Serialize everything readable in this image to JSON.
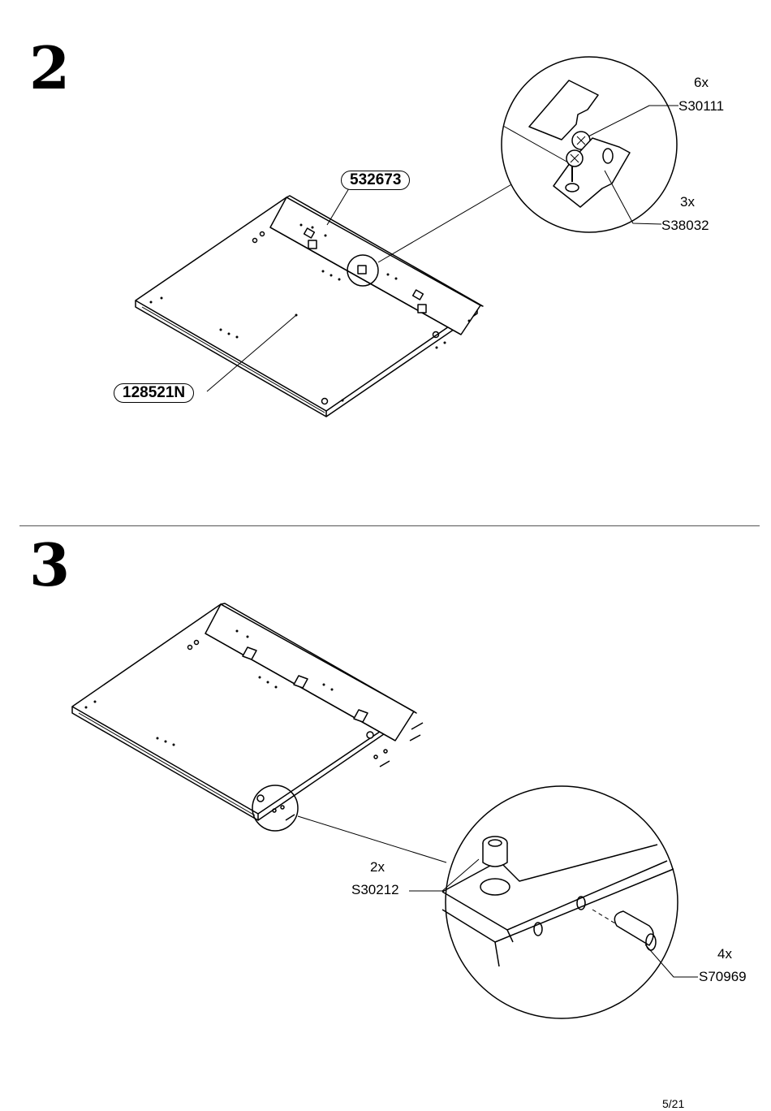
{
  "steps": [
    {
      "number": "2",
      "panel_labels": [
        "532673",
        "128521N"
      ],
      "parts": [
        {
          "qty": "6x",
          "code": "S30111",
          "icon": "screw-icon"
        },
        {
          "qty": "3x",
          "code": "S38032",
          "icon": "bracket-icon"
        }
      ]
    },
    {
      "number": "3",
      "parts": [
        {
          "qty": "2x",
          "code": "S30212",
          "icon": "cam-lock-icon"
        },
        {
          "qty": "4x",
          "code": "S70969",
          "icon": "dowel-icon"
        }
      ]
    }
  ],
  "page_number": "5/21"
}
